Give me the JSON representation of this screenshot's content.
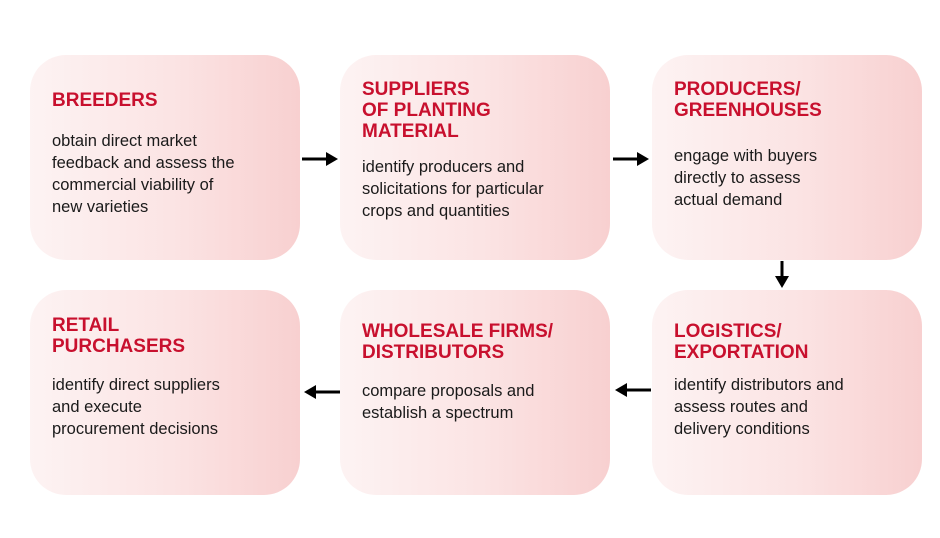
{
  "steps": [
    {
      "title": "BREEDERS",
      "description": "obtain direct market\nfeedback and assess the\ncommercial viability of\nnew varieties"
    },
    {
      "title": "SUPPLIERS\nOF PLANTING\nMATERIAL",
      "description": "identify producers and\nsolicitations for particular\ncrops and quantities"
    },
    {
      "title": "PRODUCERS/\nGREENHOUSES",
      "description": "engage with buyers\ndirectly to assess\nactual demand"
    },
    {
      "title": "RETAIL\nPURCHASERS",
      "description": "identify direct suppliers\nand execute\nprocurement decisions"
    },
    {
      "title": "WHOLESALE FIRMS/\nDISTRIBUTORS",
      "description": "compare proposals and\nestablish a spectrum"
    },
    {
      "title": "LOGISTICS/\nEXPORTATION",
      "description": "identify distributors and\nassess routes and\ndelivery conditions"
    }
  ],
  "colors": {
    "title": "#c8102e",
    "text": "#1a1a1a",
    "box_light": "#fdf3f3",
    "box_dark": "#f8d0d0",
    "arrow": "#000000"
  }
}
